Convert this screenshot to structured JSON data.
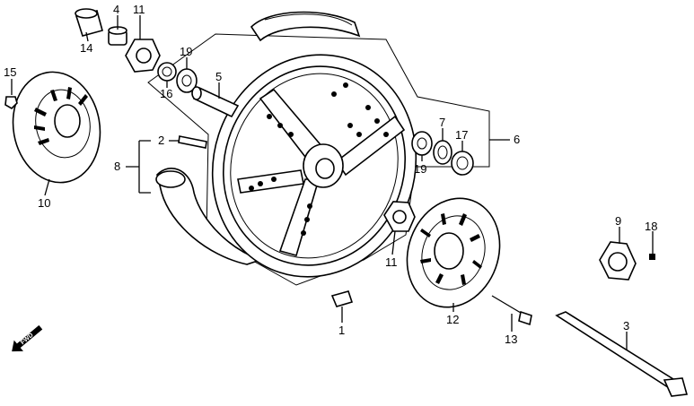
{
  "labels": {
    "p1": "1",
    "p2": "2",
    "p3": "3",
    "p4": "4",
    "p5": "5",
    "p6": "6",
    "p7": "7",
    "p8": "8",
    "p9": "9",
    "p10": "10",
    "p11a": "11",
    "p11b": "11",
    "p12": "12",
    "p13": "13",
    "p14": "14",
    "p15": "15",
    "p16": "16",
    "p17": "17",
    "p18": "18",
    "p19a": "19",
    "p19b": "19"
  },
  "fwd_text": "FWD"
}
